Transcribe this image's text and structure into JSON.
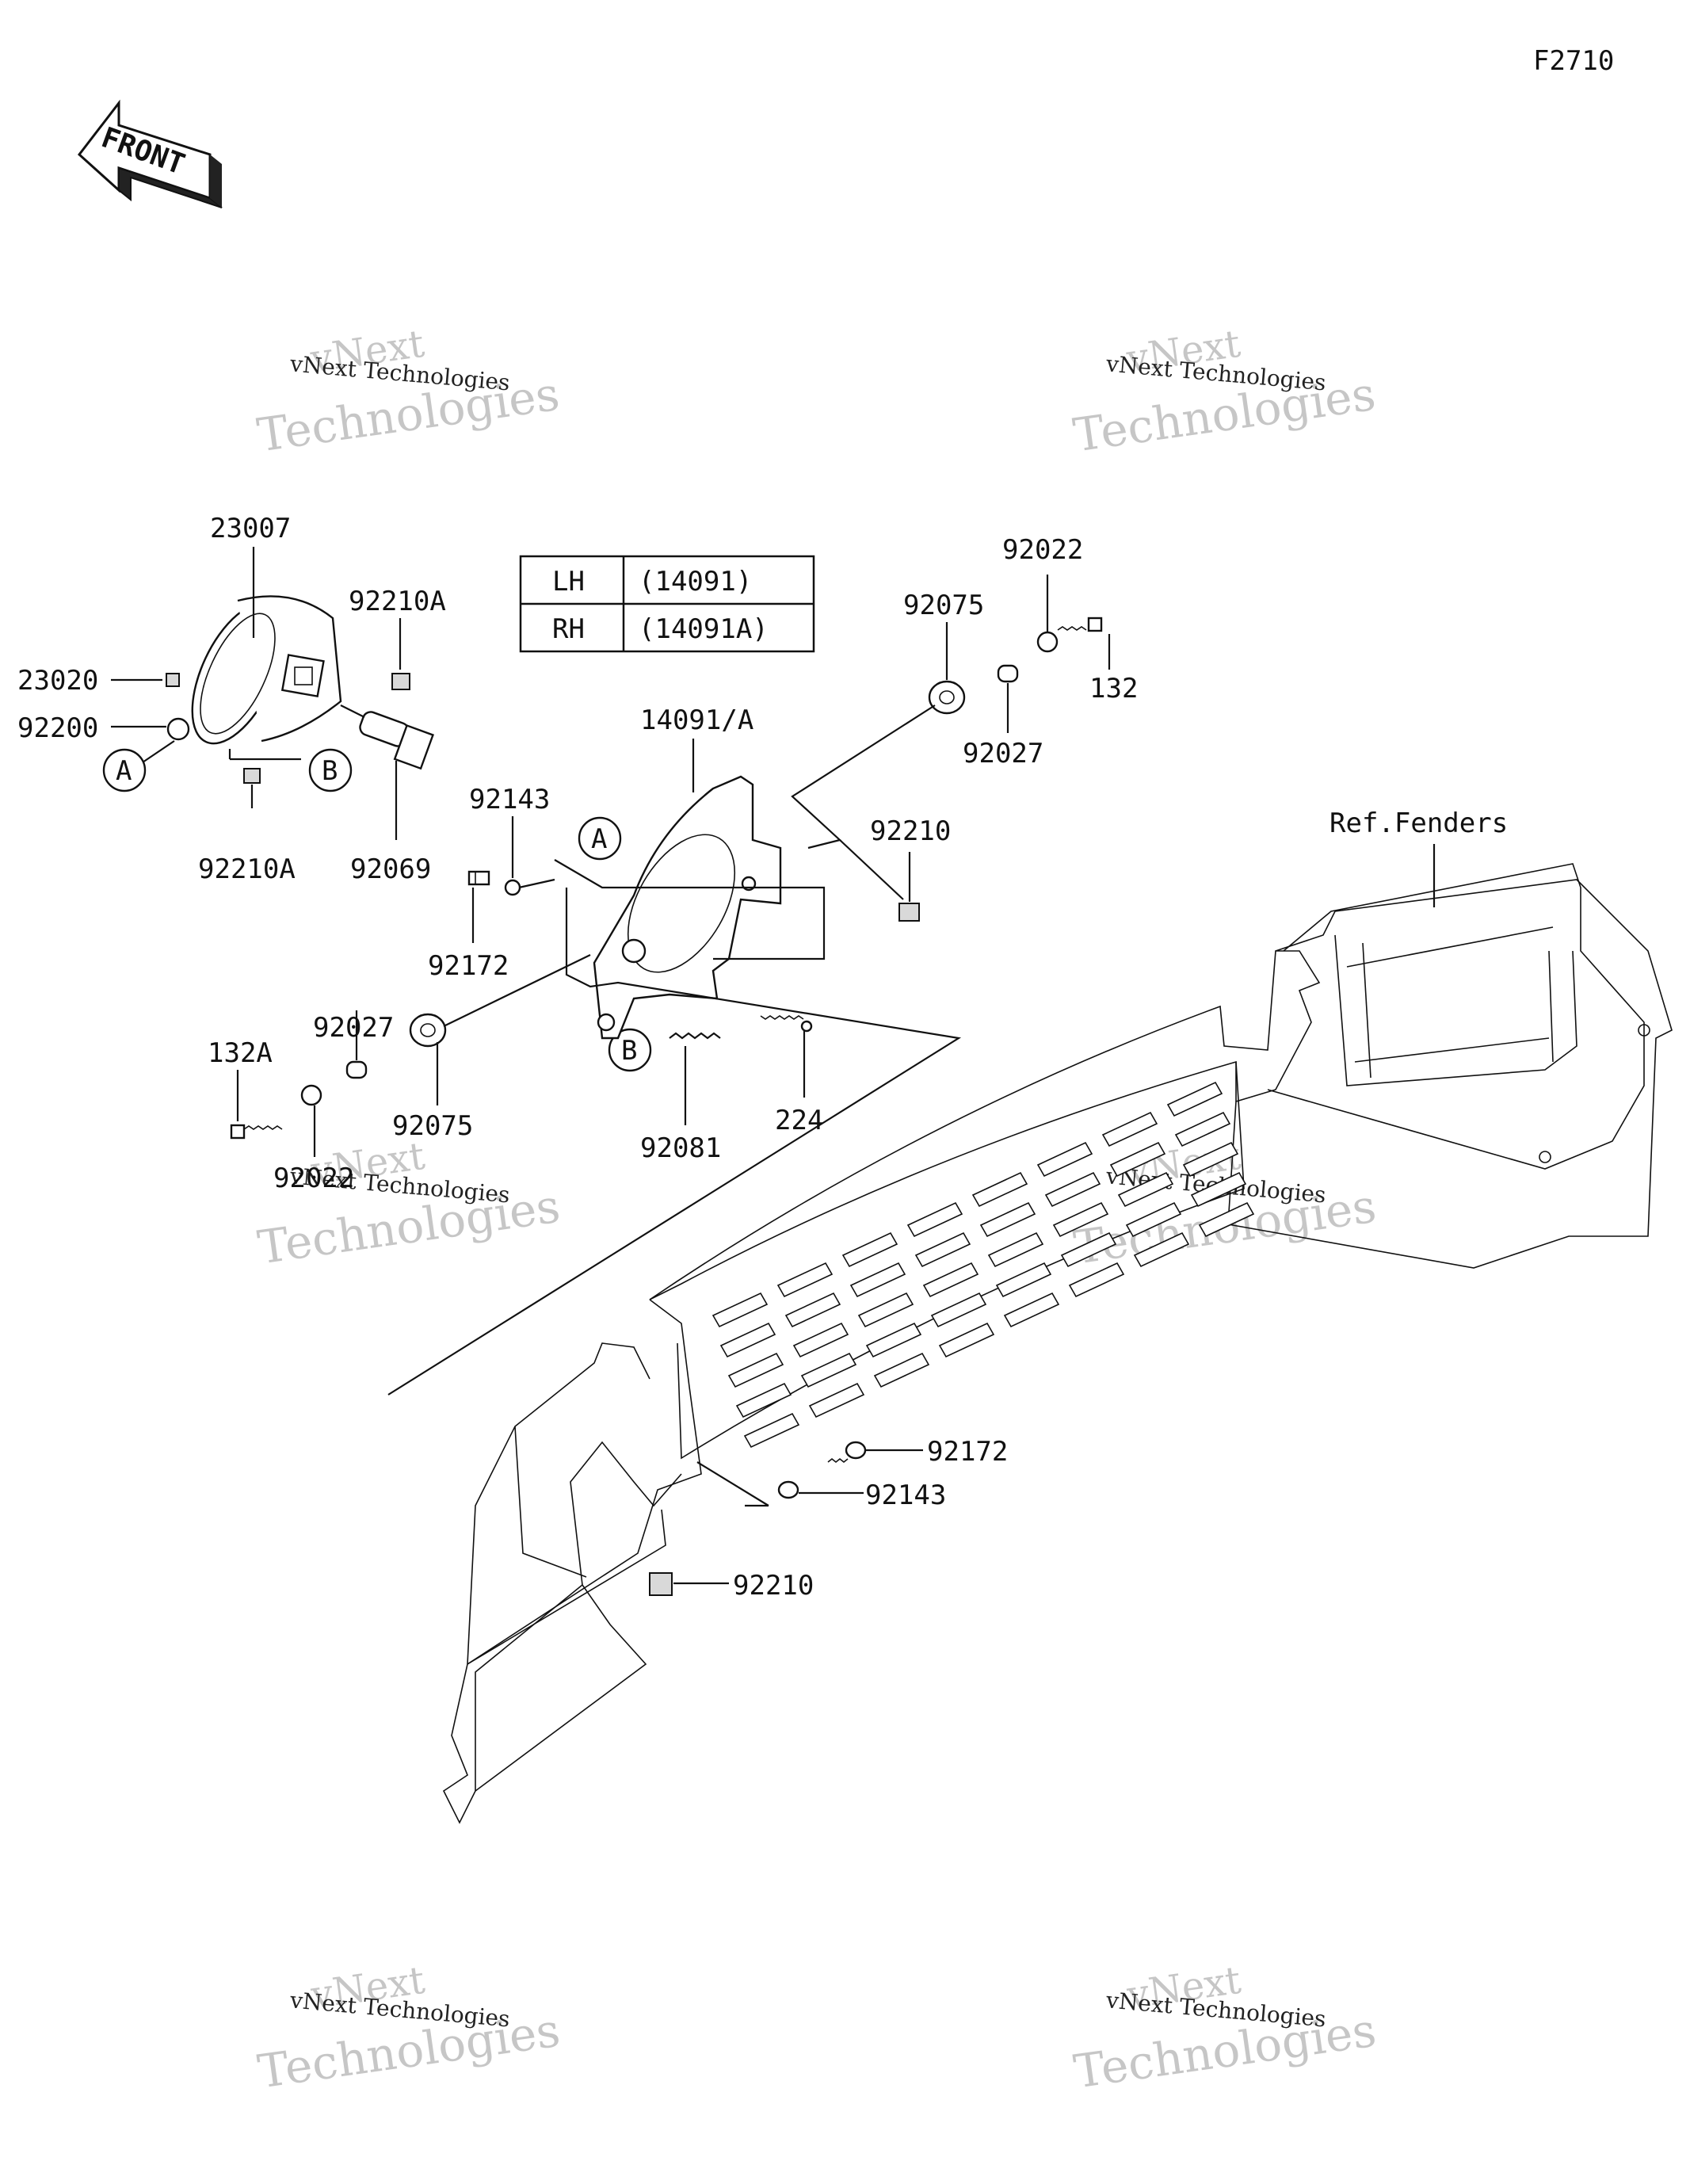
{
  "diagram_code": "F2710",
  "front_arrow": {
    "text": "FRONT"
  },
  "table": {
    "rows": [
      {
        "side": "LH",
        "part": "(14091)"
      },
      {
        "side": "RH",
        "part": "(14091A)"
      }
    ]
  },
  "reference_labels": {
    "A": "A",
    "B": "B"
  },
  "labels": {
    "p23007": "23007",
    "p92210A_top": "92210A",
    "p23020": "23020",
    "p92200": "92200",
    "p92210A_bottom": "92210A",
    "p92069": "92069",
    "p14091A": "14091/A",
    "p92143_top": "92143",
    "p92172_left": "92172",
    "p92075_top": "92075",
    "p92022_top": "92022",
    "p132": "132",
    "p92027_top": "92027",
    "p92210_mid": "92210",
    "p92027_left": "92027",
    "p132A": "132A",
    "p92075_left": "92075",
    "p92022_left": "92022",
    "p92081": "92081",
    "p224": "224",
    "p_ref_fenders": "Ref.Fenders",
    "p92172_right": "92172",
    "p92143_right": "92143",
    "p92210_bottom": "92210"
  },
  "watermark": {
    "line_small": "vNext Technologies",
    "line_large_1": "vNext",
    "line_large_2": "Technologies"
  }
}
